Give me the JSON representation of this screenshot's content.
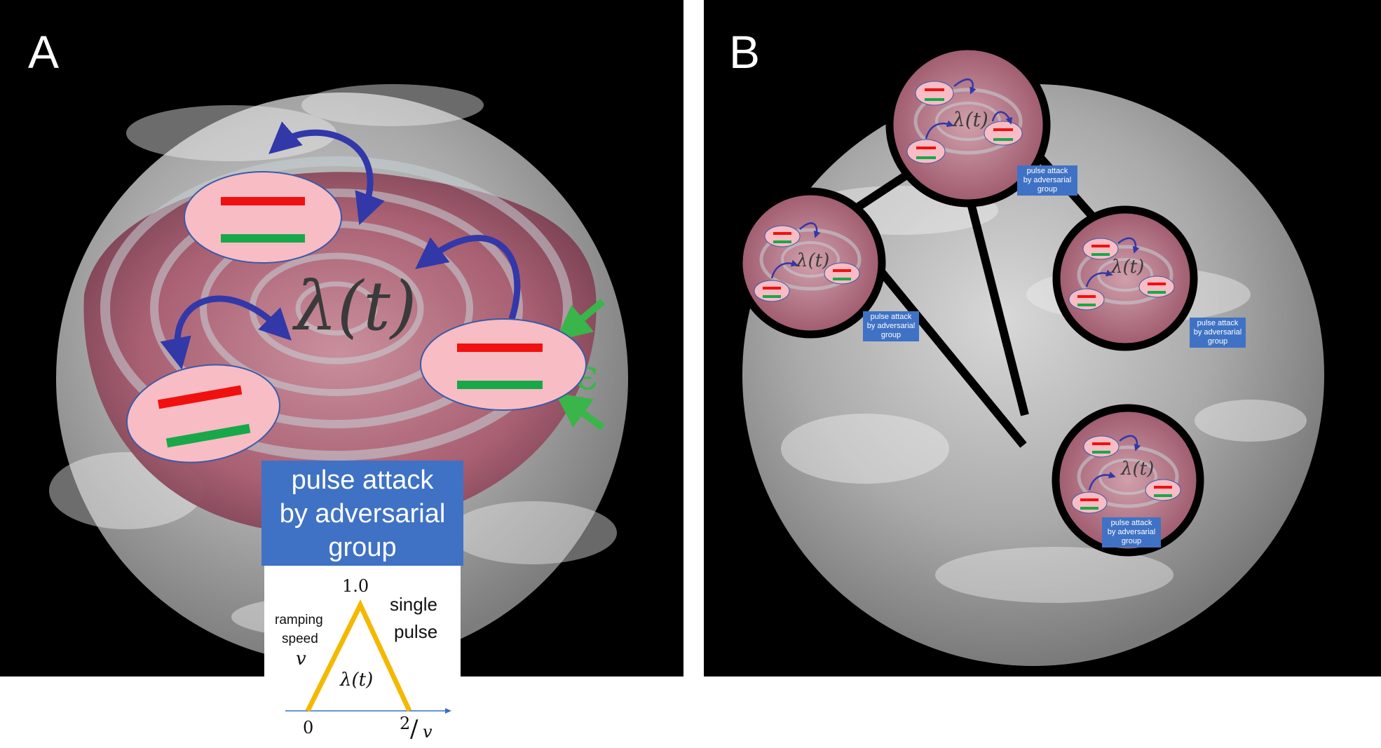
{
  "panels": {
    "a": {
      "letter": "A"
    },
    "b": {
      "letter": "B"
    }
  },
  "lambda_label": "λ(t)",
  "pulse_box": {
    "line1": "pulse attack",
    "line2": "by adversarial",
    "line3": "group"
  },
  "epsilon_label": "ϵ",
  "pulse_inset": {
    "peak_label": "1.0",
    "ramping_label_line1": "ramping",
    "ramping_label_line2": "speed",
    "speed_symbol": "v",
    "single_pulse_line1": "single",
    "single_pulse_line2": "pulse",
    "lambda_label": "λ(t)",
    "origin_label": "0",
    "end_numerator": "2",
    "end_slash": "/",
    "end_denominator": "v"
  },
  "colors": {
    "group_fill": "#f8bcc4",
    "bar_red": "#f01010",
    "bar_green": "#18a84a",
    "arrow_blue": "#3238a8",
    "arrow_green": "#39b54a",
    "pulse_box": "#3f72c4",
    "triangle": "#f5b800",
    "background": "#000000"
  }
}
